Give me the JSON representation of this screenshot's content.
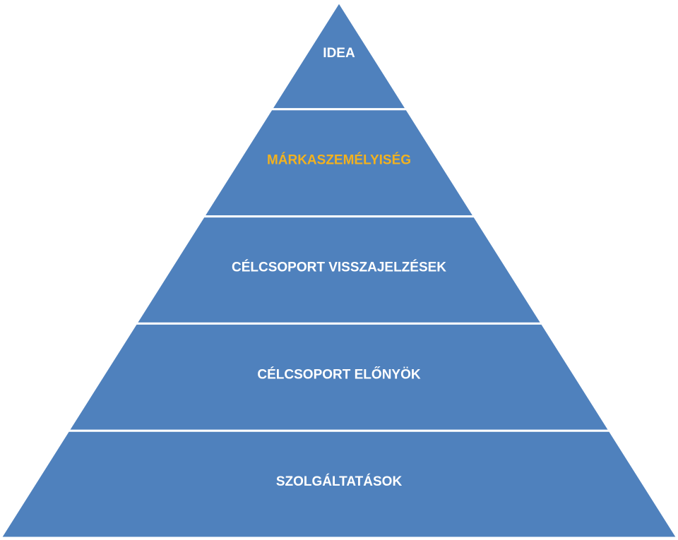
{
  "pyramid": {
    "fill_color": "#4f81bd",
    "separator_color": "#ffffff",
    "levels": [
      {
        "label": "IDEA",
        "text_color": "#ffffff"
      },
      {
        "label": "MÁRKASZEMÉLYISÉG",
        "text_color": "#f2b21f"
      },
      {
        "label": "CÉLCSOPORT  VISSZAJELZÉSEK",
        "text_color": "#ffffff"
      },
      {
        "label": "CÉLCSOPORT  ELŐNYÖK",
        "text_color": "#ffffff"
      },
      {
        "label": "SZOLGÁLTATÁSOK",
        "text_color": "#ffffff"
      }
    ]
  }
}
